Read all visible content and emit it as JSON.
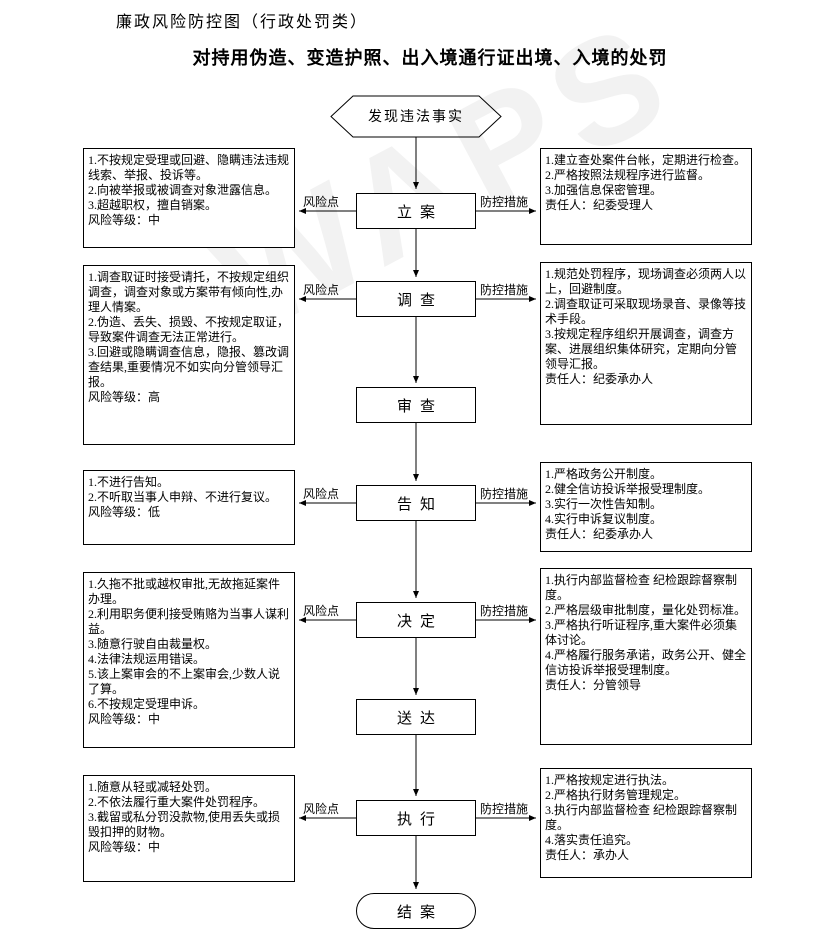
{
  "page": {
    "header_title": "廉政风险防控图（行政处罚类）",
    "subtitle": "对持用伪造、变造护照、出入境通行证出境、入境的处罚",
    "watermark_text": "WAPS"
  },
  "flow": {
    "start_label": "发现违法事实",
    "end_label": "结案",
    "risk_connector_label": "风险点",
    "measure_connector_label": "防控措施",
    "steps": [
      "立案",
      "调查",
      "审查",
      "告知",
      "决定",
      "送达",
      "执行"
    ]
  },
  "risk_boxes": [
    {
      "text": "1.不按规定受理或回避、隐瞒违法违规线索、举报、投诉等。\n2.向被举报或被调查对象泄露信息。\n3.超越职权，擅自销案。\n风险等级：中"
    },
    {
      "text": "1.调查取证时接受请托，不按规定组织调查，调查对象或方案带有倾向性,办理人情案。\n2.伪造、丢失、损毁、不按规定取证，导致案件调查无法正常进行。\n3.回避或隐瞒调查信息，隐报、篡改调查结果,重要情况不如实向分管领导汇报。\n风险等级：高"
    },
    {
      "text": "1.不进行告知。\n2.不听取当事人申辩、不进行复议。\n风险等级：低"
    },
    {
      "text": "1.久拖不批或越权审批,无故拖延案件办理。\n2.利用职务便利接受贿赂为当事人谋利益。\n3.随意行驶自由裁量权。\n4.法律法规运用错误。\n5.该上案审会的不上案审会,少数人说了算。\n6.不按规定受理申诉。\n风险等级：中"
    },
    {
      "text": "1.随意从轻或减轻处罚。\n2.不依法履行重大案件处罚程序。\n3.截留或私分罚没款物,使用丢失或损毁扣押的财物。\n风险等级：中"
    }
  ],
  "measure_boxes": [
    {
      "text": "1.建立查处案件台帐，定期进行检查。\n2.严格按照法规程序进行监督。\n3.加强信息保密管理。\n责任人：纪委受理人"
    },
    {
      "text": "1.规范处罚程序，现场调查必须两人以上，回避制度。\n2.调查取证可采取现场录音、录像等技术手段。\n3.按规定程序组织开展调查，调查方案、进展组织集体研究，定期向分管领导汇报。\n责任人：纪委承办人"
    },
    {
      "text": "1.严格政务公开制度。\n2.健全信访投诉举报受理制度。\n3.实行一次性告知制。\n4.实行申诉复议制度。\n责任人：纪委承办人"
    },
    {
      "text": "1.执行内部监督检查 纪检跟踪督察制度。\n2.严格层级审批制度，量化处罚标准。\n3.严格执行听证程序,重大案件必须集体讨论。\n4.严格履行服务承诺，政务公开、健全信访投诉举报受理制度。\n责任人：分管领导"
    },
    {
      "text": "1.严格按规定进行执法。\n2.严格执行财务管理规定。\n3.执行内部监督检查 纪检跟踪督察制度。\n4.落实责任追究。\n责任人：承办人"
    }
  ]
}
